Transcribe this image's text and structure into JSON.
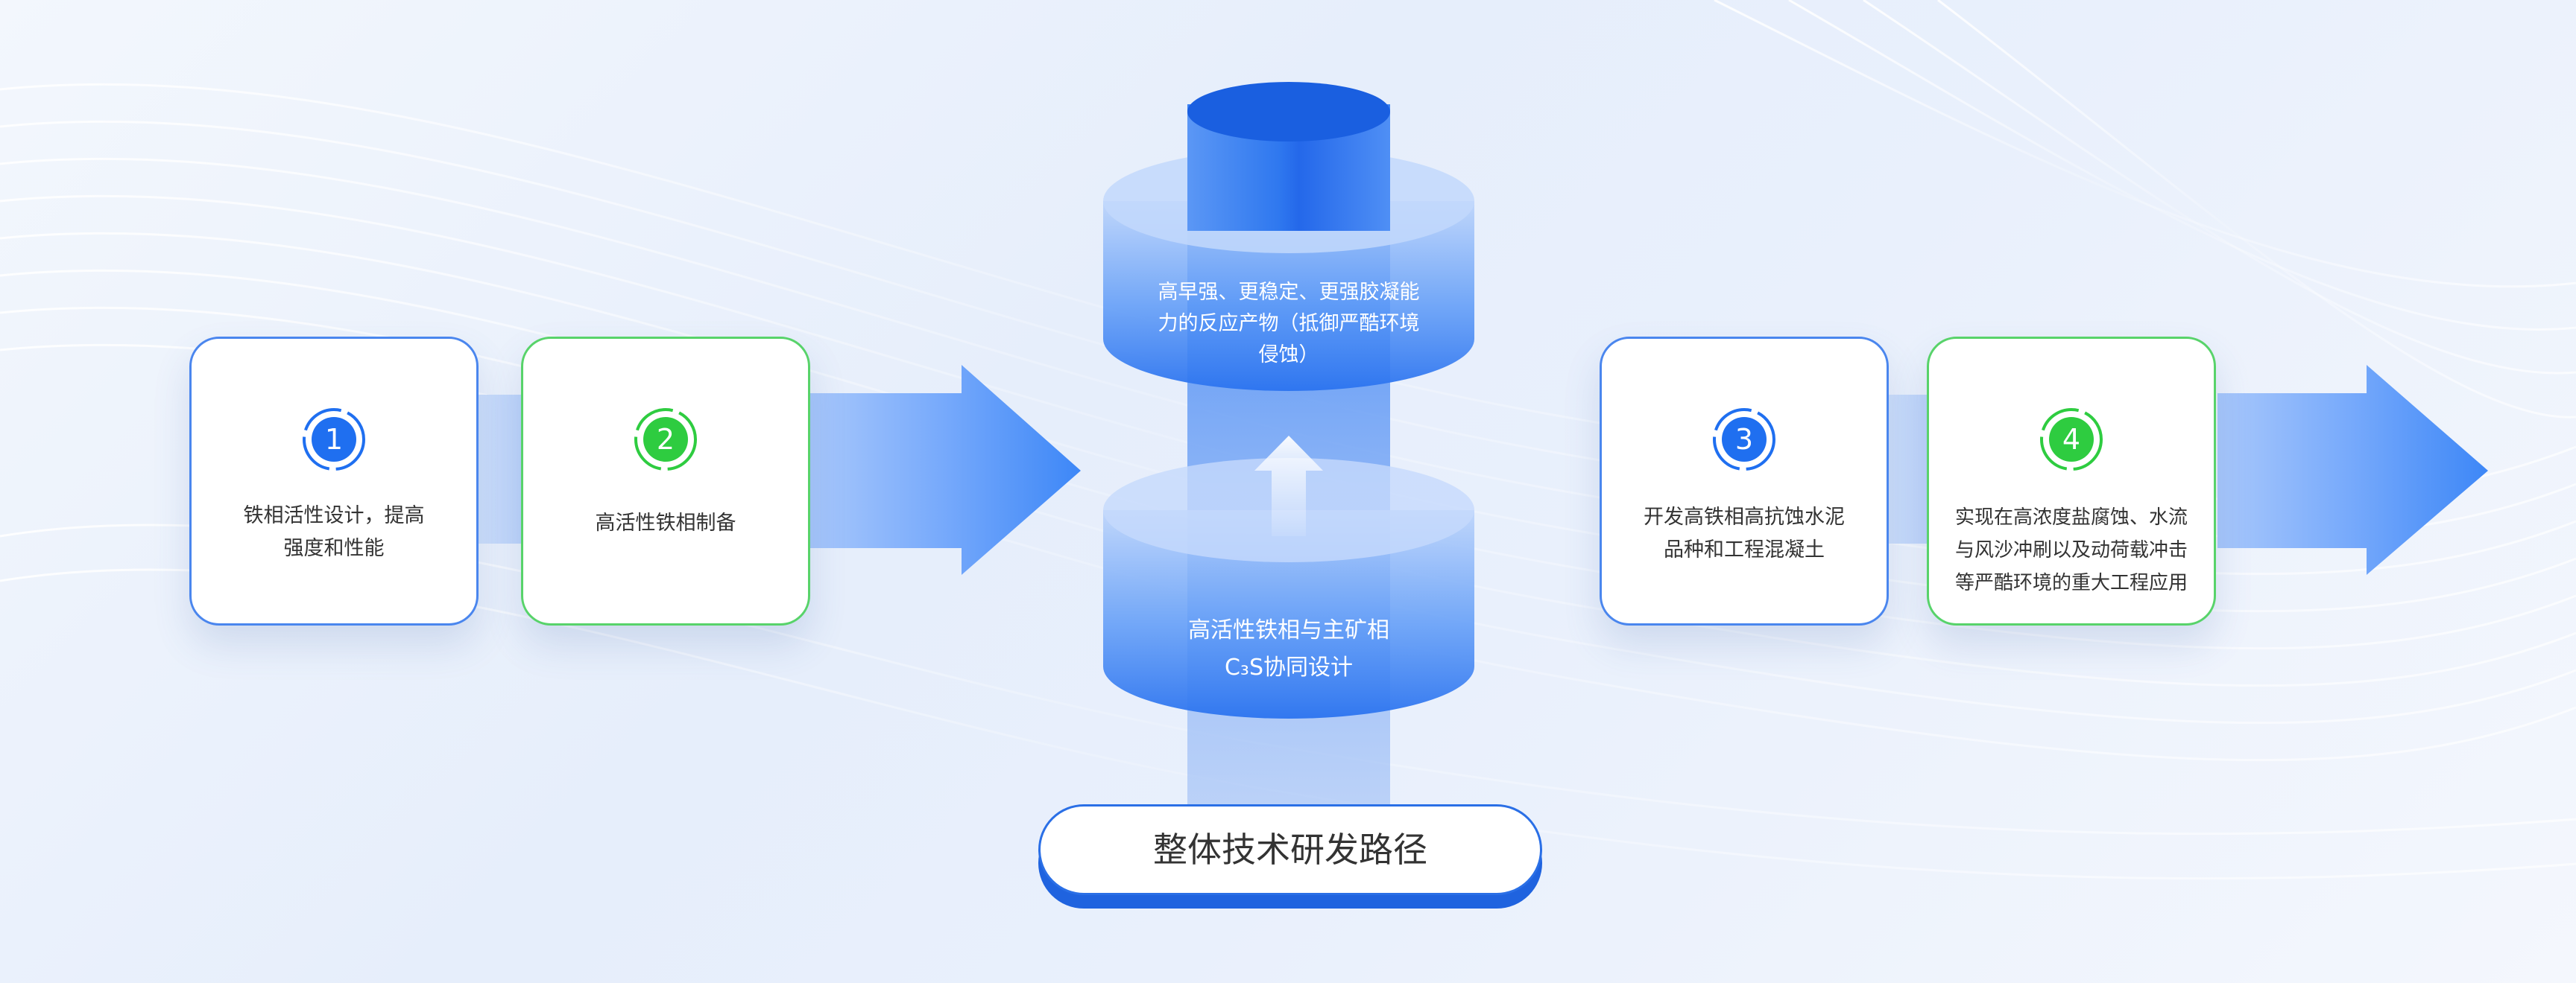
{
  "title": "整体技术研发路径",
  "steps": [
    {
      "number": "1",
      "text_lines": [
        "铁相活性设计，提高",
        "强度和性能"
      ],
      "accent": "#1f6ff0",
      "variant": "blue"
    },
    {
      "number": "2",
      "text_lines": [
        "高活性铁相制备"
      ],
      "accent": "#2ecc40",
      "variant": "green"
    },
    {
      "number": "3",
      "text_lines": [
        "开发高铁相高抗蚀水泥",
        "品种和工程混凝土"
      ],
      "accent": "#1f6ff0",
      "variant": "blue"
    },
    {
      "number": "4",
      "text_lines": [
        "实现在高浓度盐腐蚀、水流",
        "与风沙冲刷以及动荷载冲击",
        "等严酷环境的重大工程应用"
      ],
      "accent": "#2ecc40",
      "variant": "green"
    }
  ],
  "cylinder": {
    "top_lines": [
      "高早强、更稳定、更强胶凝能",
      "力的反应产物（抵御严酷环境",
      "侵蚀）"
    ],
    "bottom_lines": [
      "高活性铁相与主矿相",
      "C₃S协同设计"
    ]
  },
  "colors": {
    "blue": "#1f6ff0",
    "green": "#2ecc40",
    "arrow": "#5a9bfa"
  },
  "icons": {
    "up_arrow": "up-arrow-icon",
    "right_arrow": "right-arrow-icon"
  }
}
